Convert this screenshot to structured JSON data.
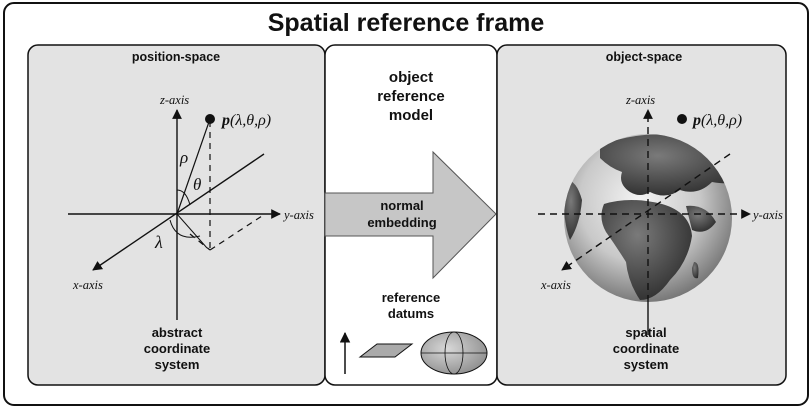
{
  "title": "Spatial reference frame",
  "left_panel": {
    "heading": "position-space",
    "axis_z": "z-axis",
    "axis_y": "y-axis",
    "axis_x": "x-axis",
    "point_bold": "p",
    "point_args": "(λ,θ,ρ)",
    "rho": "ρ",
    "theta": "θ",
    "lambda": "λ",
    "caption_line1": "abstract",
    "caption_line2": "coordinate",
    "caption_line3": "system"
  },
  "middle_panel": {
    "heading_line1": "object",
    "heading_line2": "reference",
    "heading_line3": "model",
    "arrow_line1": "normal",
    "arrow_line2": "embedding",
    "datums_line1": "reference",
    "datums_line2": "datums"
  },
  "right_panel": {
    "heading": "object-space",
    "axis_z": "z-axis",
    "axis_y": "y-axis",
    "axis_x": "x-axis",
    "point_bold": "p",
    "point_args": "(λ,θ,ρ)",
    "caption_line1": "spatial",
    "caption_line2": "coordinate",
    "caption_line3": "system"
  },
  "colors": {
    "panel_fill": "#e3e3e3",
    "arrow_fill": "#c6c6c6",
    "stroke": "#111111"
  }
}
